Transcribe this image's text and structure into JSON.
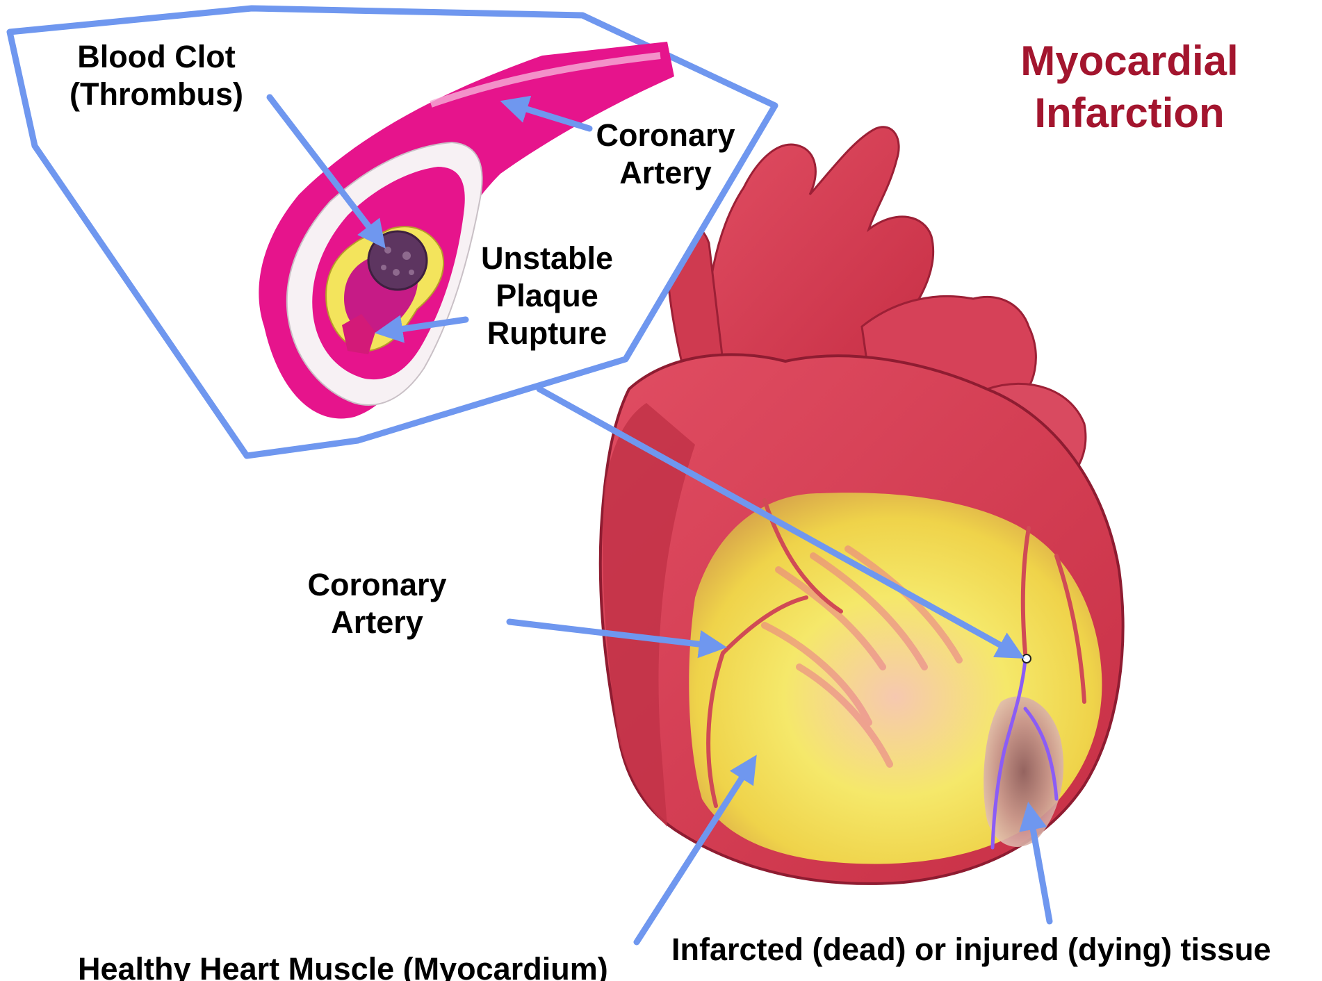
{
  "title": {
    "line1": "Myocardial",
    "line2": "Infarction"
  },
  "labels": {
    "blood_clot": {
      "line1": "Blood Clot",
      "line2": "(Thrombus)"
    },
    "coronary_artery_inset": {
      "line1": "Coronary",
      "line2": "Artery"
    },
    "plaque_rupture": {
      "line1": "Unstable",
      "line2": "Plaque",
      "line3": "Rupture"
    },
    "coronary_artery_heart": {
      "line1": "Coronary",
      "line2": "Artery"
    },
    "healthy_muscle": "Healthy Heart Muscle (Myocardium)",
    "infarcted_tissue": "Infarcted (dead) or injured (dying) tissue"
  },
  "colors": {
    "title": "#a3152e",
    "callout_blue": "#6f97ef",
    "heart_red": "#d63a52",
    "muscle_yellow": "#f3e45c",
    "artery_magenta": "#e6148c",
    "clot_purple": "#5d3560",
    "infarct_vein": "#8b5cf6"
  }
}
